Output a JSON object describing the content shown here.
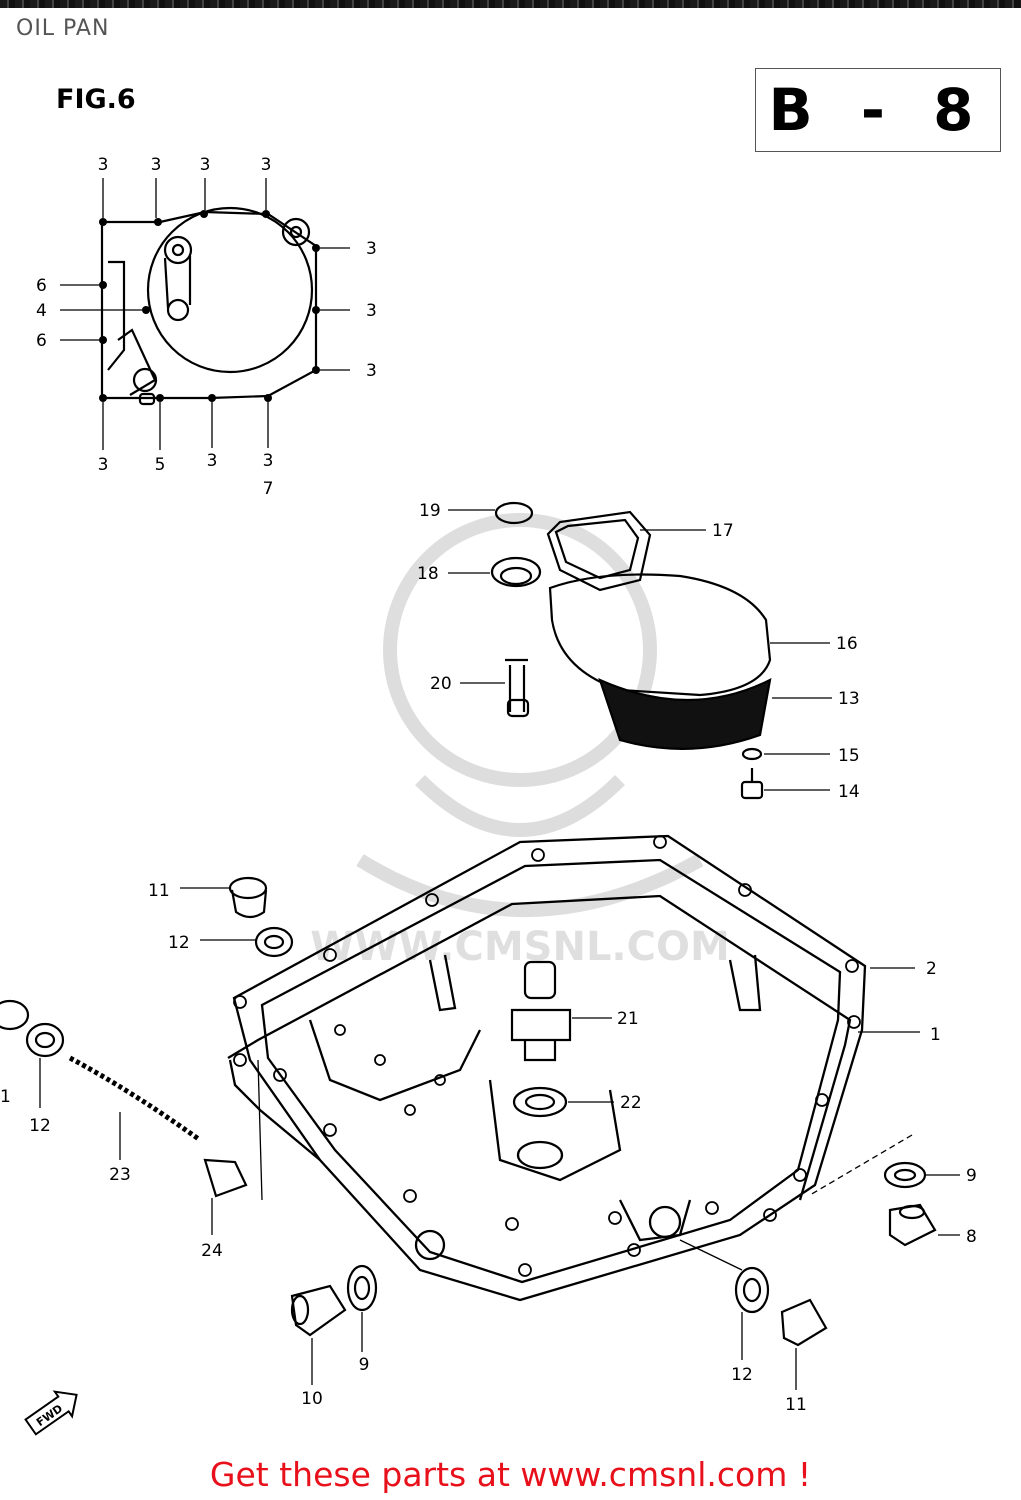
{
  "header": {
    "page_title": "OIL PAN",
    "figure_label": "FIG.6",
    "section_code": "B - 8"
  },
  "watermark": {
    "text": "WWW.CMSNL.COM"
  },
  "callouts": [
    {
      "id": "c1",
      "label": "3"
    },
    {
      "id": "c2",
      "label": "3"
    },
    {
      "id": "c3",
      "label": "3"
    },
    {
      "id": "c4",
      "label": "3"
    },
    {
      "id": "c5",
      "label": "3"
    },
    {
      "id": "c6",
      "label": "3"
    },
    {
      "id": "c7",
      "label": "3"
    },
    {
      "id": "c8",
      "label": "6"
    },
    {
      "id": "c9",
      "label": "4"
    },
    {
      "id": "c10",
      "label": "6"
    },
    {
      "id": "c11",
      "label": "3"
    },
    {
      "id": "c12",
      "label": "5"
    },
    {
      "id": "c13",
      "label": "3"
    },
    {
      "id": "c14",
      "label": "3"
    },
    {
      "id": "c15",
      "label": "7"
    },
    {
      "id": "c16",
      "label": "19"
    },
    {
      "id": "c17",
      "label": "17"
    },
    {
      "id": "c18",
      "label": "18"
    },
    {
      "id": "c19",
      "label": "16"
    },
    {
      "id": "c20",
      "label": "20"
    },
    {
      "id": "c21",
      "label": "13"
    },
    {
      "id": "c22",
      "label": "15"
    },
    {
      "id": "c23",
      "label": "14"
    },
    {
      "id": "c24",
      "label": "11"
    },
    {
      "id": "c25",
      "label": "12"
    },
    {
      "id": "c26",
      "label": "2"
    },
    {
      "id": "c27",
      "label": "21"
    },
    {
      "id": "c28",
      "label": "1"
    },
    {
      "id": "c29",
      "label": "1"
    },
    {
      "id": "c30",
      "label": "12"
    },
    {
      "id": "c31",
      "label": "22"
    },
    {
      "id": "c32",
      "label": "23"
    },
    {
      "id": "c33",
      "label": "9"
    },
    {
      "id": "c34",
      "label": "8"
    },
    {
      "id": "c35",
      "label": "24"
    },
    {
      "id": "c36",
      "label": "9"
    },
    {
      "id": "c37",
      "label": "10"
    },
    {
      "id": "c38",
      "label": "12"
    },
    {
      "id": "c39",
      "label": "11"
    }
  ],
  "fwd_mark": "FWD",
  "footer": {
    "cta_text": "Get these parts at www.cmsnl.com !",
    "cta_color": "#e8101a"
  }
}
